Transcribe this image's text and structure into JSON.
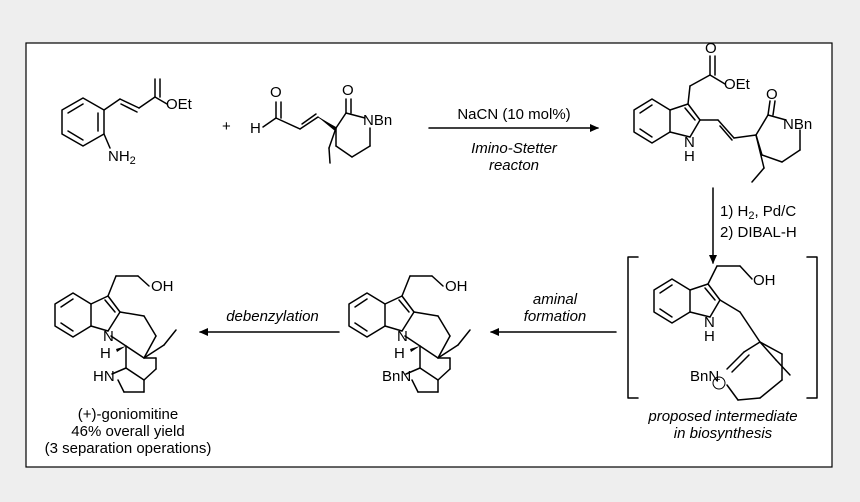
{
  "reactant1": {
    "ester_label": "OEt",
    "amine_label": "NH",
    "amine_sub": "2"
  },
  "plus": "+",
  "reactant2": {
    "h_label": "H",
    "o_label": "O",
    "o2_label": "O",
    "n_label": "NBn"
  },
  "step1": {
    "reagent": "NaCN (10 mol%)",
    "line1": "Imino-Stetter",
    "line2": "reacton"
  },
  "product1": {
    "ester_label": "OEt",
    "o_label": "O",
    "o2_label": "O",
    "n_label": "NBn",
    "nh_label": "N",
    "nh_h": "H"
  },
  "step2": {
    "line1_pre": "1) H",
    "line1_sub": "2",
    "line1_post": ", Pd/C",
    "line2": "2) DIBAL-H"
  },
  "intermediate": {
    "oh_label": "OH",
    "nh_label": "N",
    "nh_h": "H",
    "bn_label": "BnN",
    "plus_symbol": "+",
    "caption1": "proposed intermediate",
    "caption2": "in biosynthesis"
  },
  "step3": {
    "line1": "aminal",
    "line2": "formation"
  },
  "aminal": {
    "oh_label": "OH",
    "n_label": "N",
    "h_label": "H",
    "bn_label": "BnN"
  },
  "step4": {
    "label": "debenzylation"
  },
  "final": {
    "oh_label": "OH",
    "n_label": "N",
    "h_label": "H",
    "hn_label": "HN",
    "name": "(+)-goniomitine",
    "yield": "46% overall yield",
    "ops": "(3 separation operations)"
  }
}
